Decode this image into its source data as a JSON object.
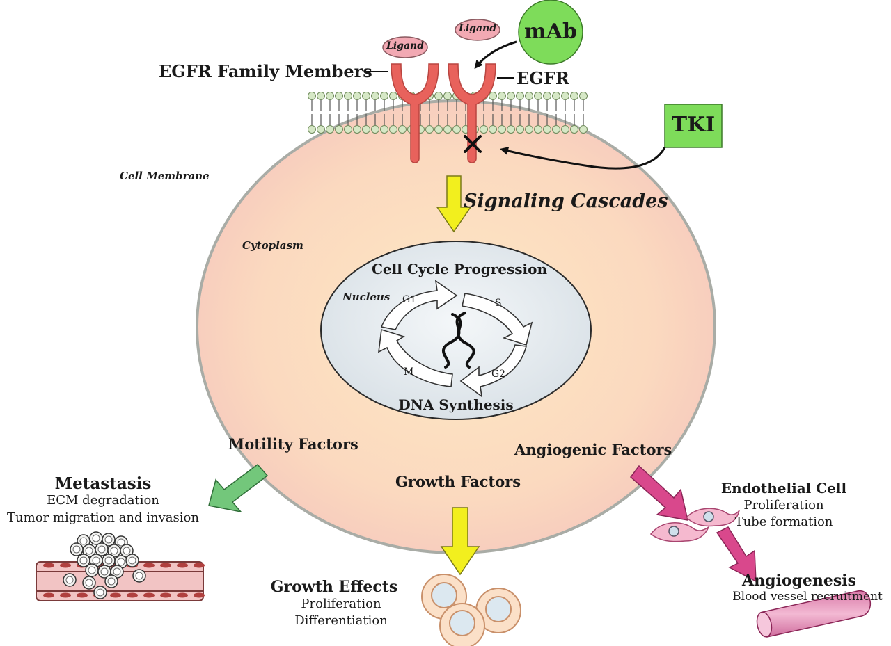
{
  "labels": {
    "egfr_family": "EGFR Family Members",
    "egfr": "EGFR",
    "ligand_1": "Ligand",
    "ligand_2": "Ligand",
    "mab": "mAb",
    "tki": "TKI",
    "cell_membrane": "Cell Membrane",
    "cytoplasm": "Cytoplasm",
    "signaling": "Signaling Cascades",
    "cell_cycle": "Cell Cycle Progression",
    "nucleus": "Nucleus",
    "g1": "G1",
    "s": "S",
    "g2": "G2",
    "m": "M",
    "dna_synthesis": "DNA Synthesis",
    "motility": "Motility Factors",
    "angiogenic": "Angiogenic Factors",
    "growth_factors": "Growth Factors",
    "metastasis": "Metastasis",
    "ecm": "ECM degradation",
    "tumor": "Tumor migration and invasion",
    "endothelial": "Endothelial Cell",
    "endo_prolif": "Proliferation",
    "tube": "Tube formation",
    "angiogenesis": "Angiogenesis",
    "blood_vessel": "Blood vessel recruitment",
    "growth_effects": "Growth Effects",
    "ge_prolif": "Proliferation",
    "differentiation": "Differentiation"
  },
  "colors": {
    "cytoplasm_center": "#fbe3c2",
    "cytoplasm_edge": "#f7cdbf",
    "membrane": "#a9aca6",
    "receptor": "#e8625c",
    "ligand": "#f2a9b3",
    "drug_green": "#7edc5a",
    "nucleus": "#e9eef2",
    "yellow_arrow": "#f2ef1e",
    "green_arrow": "#73c77b",
    "pink_arrow": "#d9488c"
  }
}
